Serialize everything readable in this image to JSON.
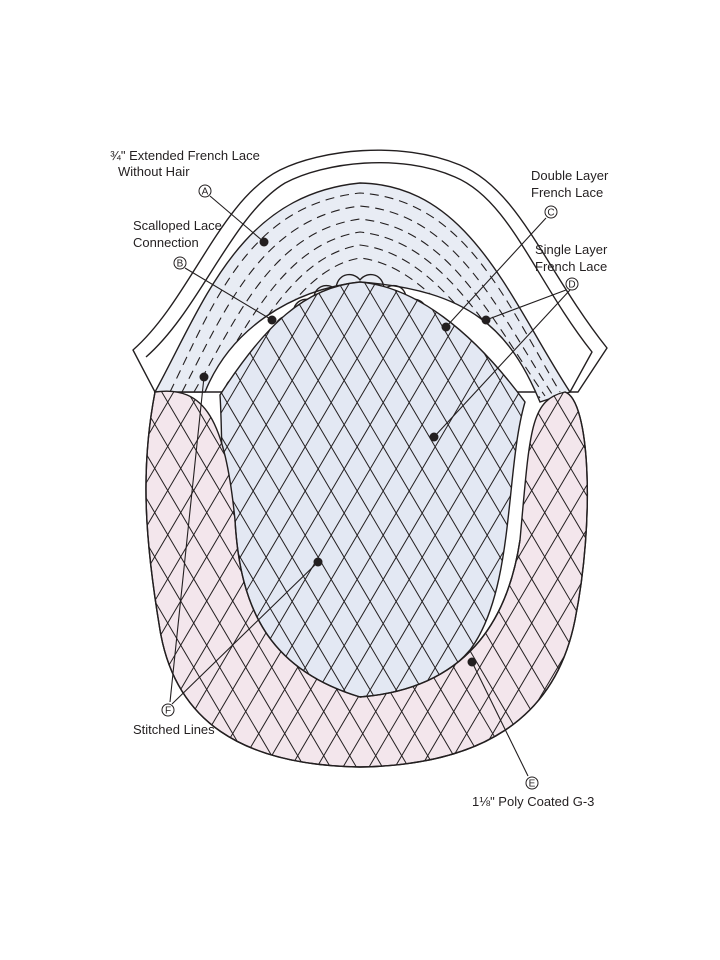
{
  "labels": {
    "a_line1": "¾\" Extended French Lace",
    "a_line2": "Without Hair",
    "b_line1": "Scalloped Lace",
    "b_line2": "Connection",
    "c_line1": "Double Layer",
    "c_line2": "French Lace",
    "d_line1": "Single Layer",
    "d_line2": "French Lace",
    "f_text": "Stitched Lines",
    "e_text": "1⅛\" Poly Coated G-3"
  },
  "markers": {
    "a": "A",
    "b": "B",
    "c": "C",
    "d": "D",
    "e": "E",
    "f": "F"
  },
  "colors": {
    "ink": "#231f20",
    "single_lace_fill": "#e3e8f3",
    "double_lace_fill": "#e8ecf4",
    "poly_fill": "#f3e6ec",
    "background": "#ffffff"
  }
}
